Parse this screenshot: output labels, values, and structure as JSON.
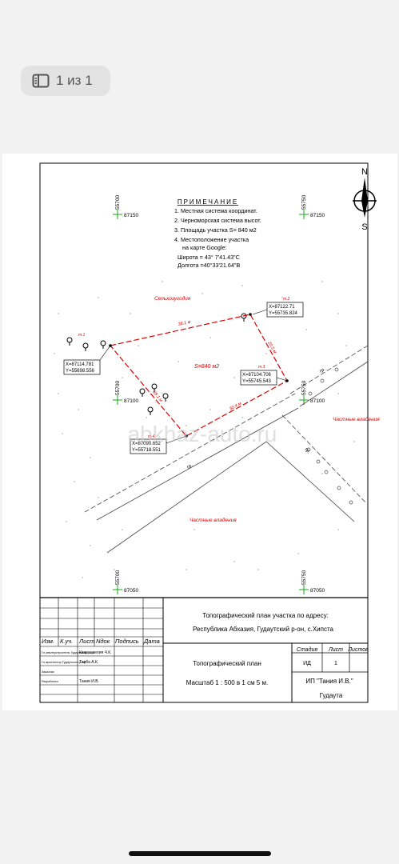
{
  "pager": {
    "label": "1 из 1",
    "icon": "document-pages-icon"
  },
  "note": {
    "title": "ПРИМЕЧАНИЕ",
    "lines": [
      "1. Местная система координат.",
      "2. Черноморская система высот.",
      "3. Площадь участка S= 840 м2",
      "4. Местоположение участка",
      "на карте Google:",
      "Широта = 43° 7'41.43\"С",
      "Долгота =40°33'21.64\"В"
    ]
  },
  "compass": {
    "north": "N",
    "south": "S"
  },
  "grid": {
    "top_left": {
      "v": "55700",
      "h": "87150"
    },
    "top_right": {
      "v": "55750",
      "h": "87150"
    },
    "mid_left": {
      "v": "55700",
      "h": "87100"
    },
    "mid_right": {
      "v": "55750",
      "h": "87100"
    },
    "bot_left": {
      "v": "55700",
      "h": "87050"
    },
    "bot_right": {
      "v": "55750",
      "h": "87050"
    }
  },
  "plot": {
    "area_label": "S=840 м2",
    "land_label": "Сельхозугодия",
    "private1": "Частные владения",
    "private2": "Частные владения",
    "road_label": "гр.",
    "watermark": "abkhaz-auto.ru",
    "points": [
      {
        "tag": "т.1",
        "x": "X=87114.781",
        "y": "Y=55698.556"
      },
      {
        "tag": "т.2",
        "x": "X=87122.71",
        "y": "Y=55735.824"
      },
      {
        "tag": "т.3",
        "x": "X=87104.706",
        "y": "Y=55745.543"
      },
      {
        "tag": "т.4",
        "x": "X=87090.652",
        "y": "Y=55718.551"
      }
    ],
    "sides": [
      "38.1 м",
      "20.5 м",
      "30.4 м",
      "28.1 м"
    ]
  },
  "stamp": {
    "title1": "Топографический план участка по адресу:",
    "title2": "Республика Абхазия, Гудаутский р-он, с.Хипста",
    "headers": [
      "Изм.",
      "К.уч.",
      "Лист",
      "Nдок",
      "Подпись",
      "Дата"
    ],
    "roles": [
      {
        "role": "Гл.землеустроитель Гудаутского р-на",
        "name": "Кварацхелия Ч.К."
      },
      {
        "role": "Гл.архитектор Гудаутского р-на",
        "name": "Тарба А.К."
      },
      {
        "role": "Заказчик",
        "name": ""
      },
      {
        "role": "Разработал",
        "name": "Тания И.В."
      }
    ],
    "doc_title": "Топографический план",
    "scale": "Масштаб 1 : 500  в 1 см 5 м.",
    "stage_h": "Стадия",
    "sheet_h": "Лист",
    "sheets_h": "Листов",
    "stage": "ИД",
    "sheet": "1",
    "sheets": "",
    "org": "ИП \"Тания И.В.\"",
    "city": "Гудаута"
  }
}
